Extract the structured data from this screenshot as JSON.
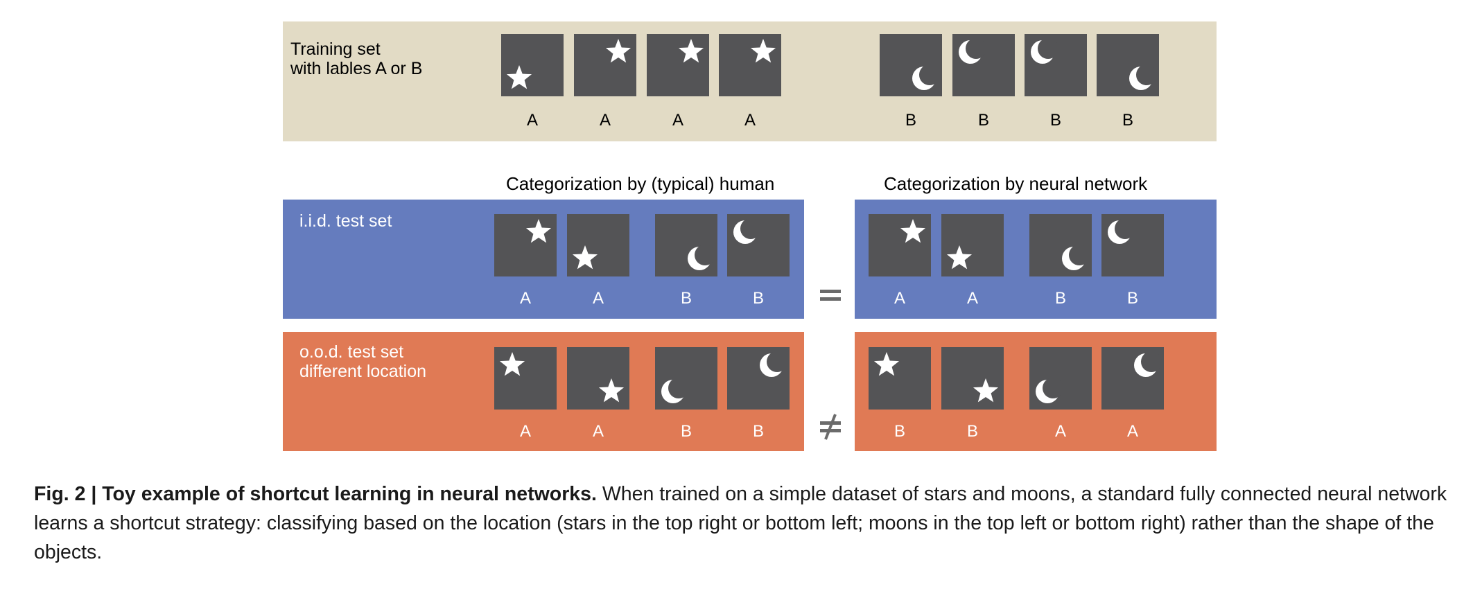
{
  "colors": {
    "training_bg": "#e2dbc5",
    "iid_bg": "#657cbe",
    "ood_bg": "#e07a55",
    "tile": "#545456",
    "glyph": "#ffffff",
    "symbol": "#6b6b6b"
  },
  "training": {
    "title": "Training set\nwith lables A or B",
    "items": [
      {
        "shape": "star",
        "pos": "bottom-left",
        "label": "A"
      },
      {
        "shape": "star",
        "pos": "top-right",
        "label": "A"
      },
      {
        "shape": "star",
        "pos": "top-right",
        "label": "A"
      },
      {
        "shape": "star",
        "pos": "top-right",
        "label": "A"
      },
      {
        "shape": "moon",
        "pos": "bottom-right",
        "label": "B"
      },
      {
        "shape": "moon",
        "pos": "top-left",
        "label": "B"
      },
      {
        "shape": "moon",
        "pos": "top-left",
        "label": "B"
      },
      {
        "shape": "moon",
        "pos": "bottom-right",
        "label": "B"
      }
    ]
  },
  "headers": {
    "human": "Categorization by (typical) human",
    "network": "Categorization by neural network"
  },
  "iid": {
    "title": "i.i.d. test set",
    "symbol": "equal",
    "human": [
      {
        "shape": "star",
        "pos": "top-right",
        "label": "A"
      },
      {
        "shape": "star",
        "pos": "bottom-left",
        "label": "A"
      },
      {
        "shape": "moon",
        "pos": "bottom-right",
        "label": "B"
      },
      {
        "shape": "moon",
        "pos": "top-left",
        "label": "B"
      }
    ],
    "network": [
      {
        "shape": "star",
        "pos": "top-right",
        "label": "A"
      },
      {
        "shape": "star",
        "pos": "bottom-left",
        "label": "A"
      },
      {
        "shape": "moon",
        "pos": "bottom-right",
        "label": "B"
      },
      {
        "shape": "moon",
        "pos": "top-left",
        "label": "B"
      }
    ]
  },
  "ood": {
    "title": "o.o.d. test set\ndifferent location",
    "symbol": "not-equal",
    "human": [
      {
        "shape": "star",
        "pos": "top-left",
        "label": "A"
      },
      {
        "shape": "star",
        "pos": "bottom-right",
        "label": "A"
      },
      {
        "shape": "moon",
        "pos": "bottom-left",
        "label": "B"
      },
      {
        "shape": "moon",
        "pos": "top-right",
        "label": "B"
      }
    ],
    "network": [
      {
        "shape": "star",
        "pos": "top-left",
        "label": "B"
      },
      {
        "shape": "star",
        "pos": "bottom-right",
        "label": "B"
      },
      {
        "shape": "moon",
        "pos": "bottom-left",
        "label": "A"
      },
      {
        "shape": "moon",
        "pos": "top-right",
        "label": "A"
      }
    ]
  },
  "caption": {
    "bold": "Fig. 2 | Toy example of shortcut learning in neural networks.",
    "text": " When trained on a simple dataset of stars and moons, a standard fully connected neural network learns a shortcut strategy: classifying based on the location (stars in the top right or bottom left; moons in the top left or bottom right) rather than the shape of the objects."
  }
}
